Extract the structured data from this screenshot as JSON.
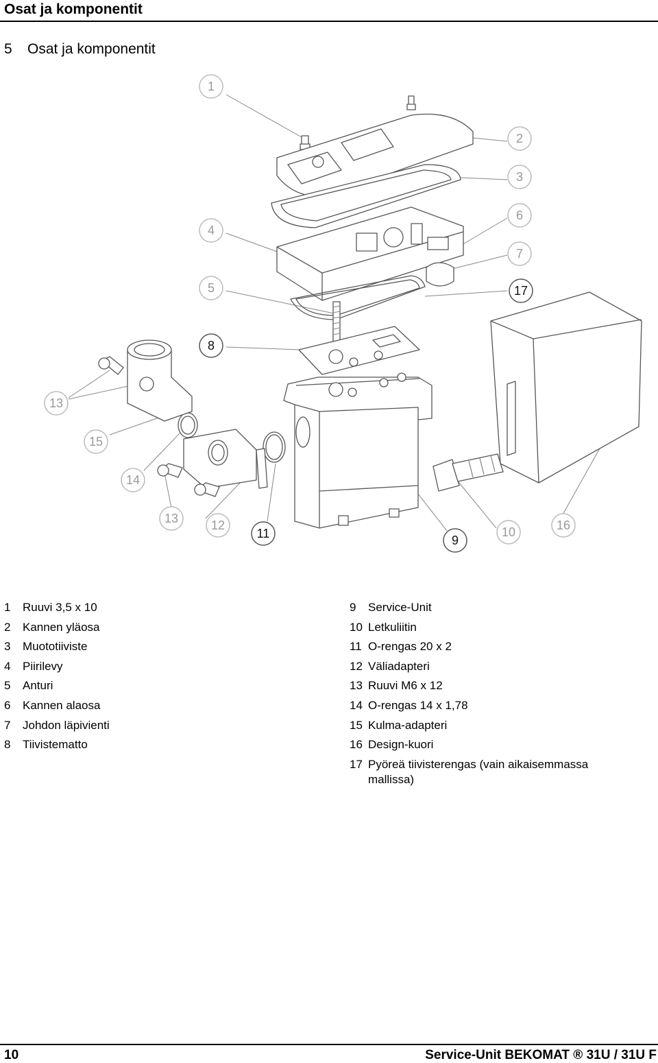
{
  "header": {
    "title": "Osat ja komponentit"
  },
  "section": {
    "number": "5",
    "title": "Osat ja komponentit"
  },
  "callouts": {
    "c1": "1",
    "c2": "2",
    "c3": "3",
    "c4": "4",
    "c5": "5",
    "c6": "6",
    "c7": "7",
    "c17": "17",
    "c8": "8",
    "c13a": "13",
    "c15": "15",
    "c14": "14",
    "c13b": "13",
    "c12": "12",
    "c11": "11",
    "c9": "9",
    "c10": "10",
    "c16": "16"
  },
  "parts_left": [
    {
      "num": "1",
      "name": "Ruuvi 3,5 x 10"
    },
    {
      "num": "2",
      "name": "Kannen yläosa"
    },
    {
      "num": "3",
      "name": "Muototiiviste"
    },
    {
      "num": "4",
      "name": "Piirilevy"
    },
    {
      "num": "5",
      "name": "Anturi"
    },
    {
      "num": "6",
      "name": "Kannen alaosa"
    },
    {
      "num": "7",
      "name": "Johdon läpivienti"
    },
    {
      "num": "8",
      "name": "Tiivistematto"
    }
  ],
  "parts_right": [
    {
      "num": "9",
      "name": "Service-Unit"
    },
    {
      "num": "10",
      "name": "Letkuliitin"
    },
    {
      "num": "11",
      "name": "O-rengas 20 x 2"
    },
    {
      "num": "12",
      "name": "Väliadapteri"
    },
    {
      "num": "13",
      "name": "Ruuvi M6 x 12"
    },
    {
      "num": "14",
      "name": "O-rengas 14 x 1,78"
    },
    {
      "num": "15",
      "name": "Kulma-adapteri"
    },
    {
      "num": "16",
      "name": "Design-kuori"
    },
    {
      "num": "17",
      "name": "Pyöreä tiivisterengas (vain aikaisemmassa mallissa)"
    }
  ],
  "footer": {
    "page": "10",
    "doc_title": "Service-Unit BEKOMAT ® 31U / 31U F"
  }
}
